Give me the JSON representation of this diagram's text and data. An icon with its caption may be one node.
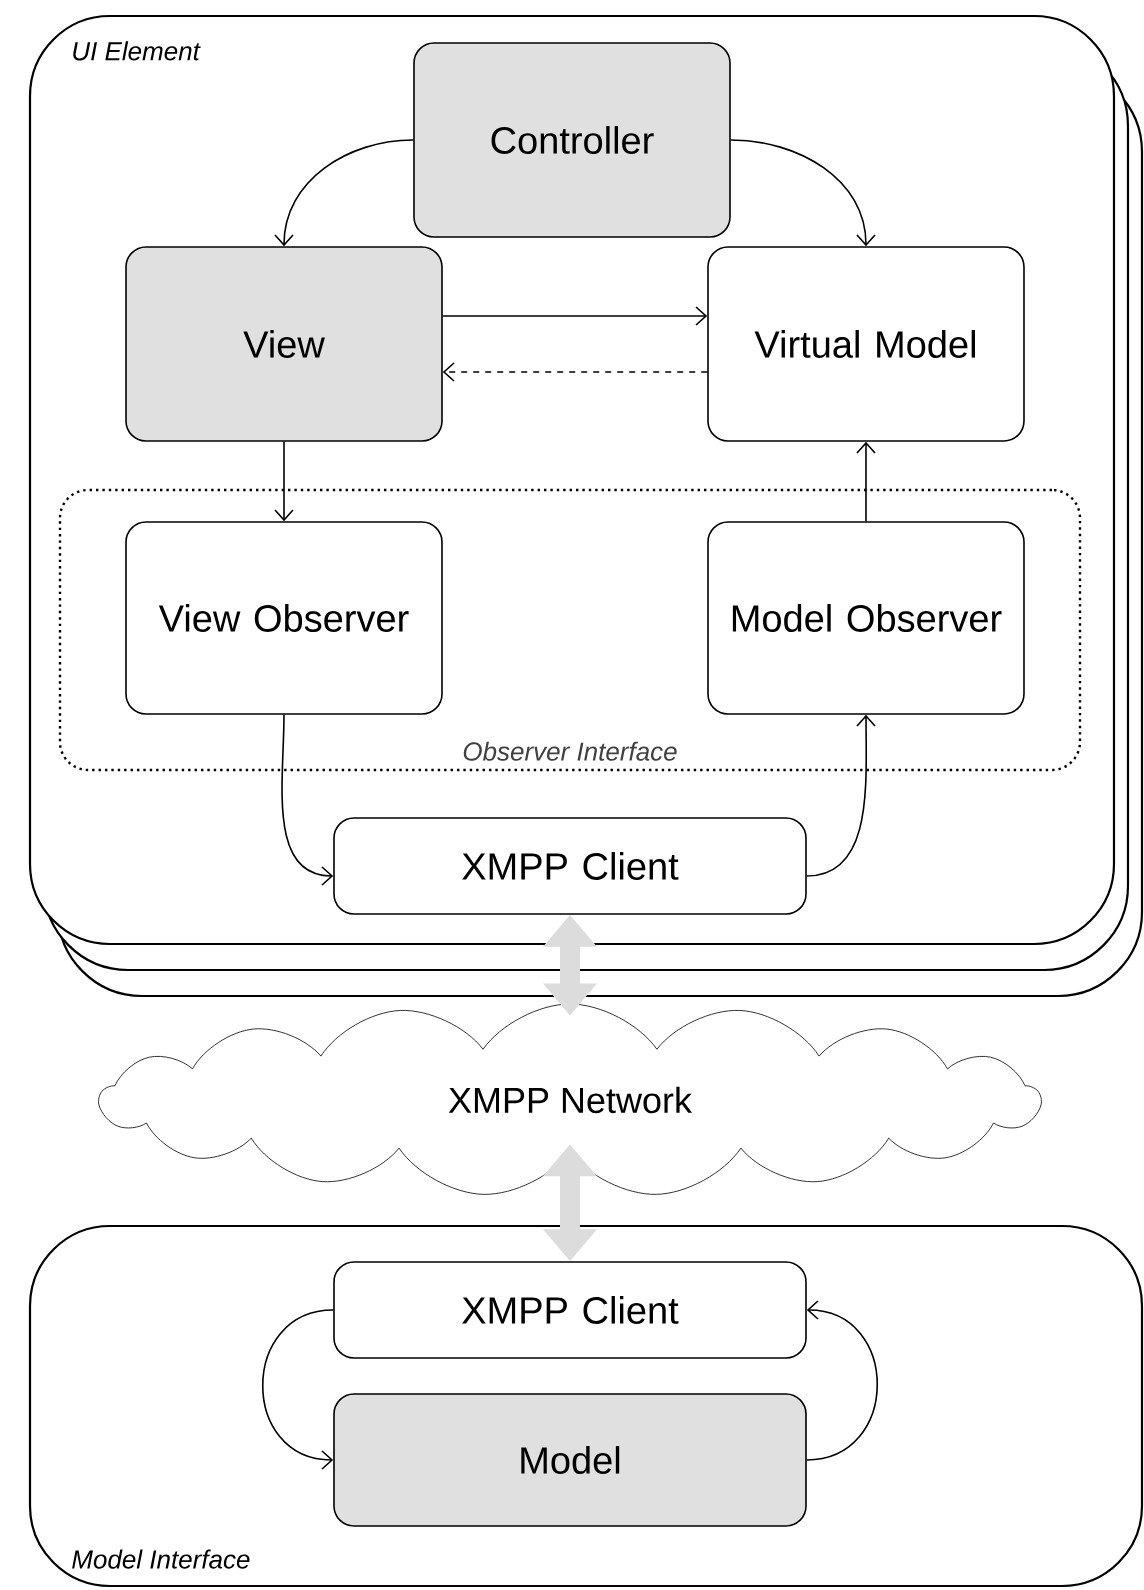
{
  "diagram": {
    "nodes": [
      {
        "text": [
          "UI Element"
        ]
      },
      {
        "text": [
          "Controller"
        ],
        "in": 0
      },
      {
        "text": [
          "View"
        ],
        "in": 0
      },
      {
        "text": [
          "Virtual Model"
        ],
        "in": 0
      },
      {
        "text": [
          "Observer Interface"
        ],
        "in": 0
      },
      {
        "text": [
          "View Observer"
        ],
        "in": 4
      },
      {
        "text": [
          "Model Observer"
        ],
        "in": 4
      },
      {
        "text": [
          "XMPP Client"
        ],
        "in": 0
      },
      {
        "text": [
          "XMPP Network"
        ]
      },
      {
        "text": [
          "Model Interface"
        ]
      },
      {
        "text": [
          "XMPP Client"
        ],
        "in": 9
      },
      {
        "text": [
          "Model"
        ],
        "in": 9
      }
    ],
    "edges": [
      {
        "from": 1,
        "to": 2,
        "arrow": "to"
      },
      {
        "from": 1,
        "to": 3,
        "arrow": "to"
      },
      {
        "from": 2,
        "to": 3,
        "arrow": "to"
      },
      {
        "from": 3,
        "to": 2,
        "arrow": "to",
        "style": "dashed"
      },
      {
        "from": 2,
        "to": 5,
        "arrow": "to"
      },
      {
        "from": 6,
        "to": 3,
        "arrow": "to"
      },
      {
        "from": 5,
        "to": 7,
        "arrow": "to"
      },
      {
        "from": 7,
        "to": 6,
        "arrow": "to"
      },
      {
        "from": 7,
        "to": 8,
        "arrow": "both",
        "style": "thick",
        "color": "#dcdcdc"
      },
      {
        "from": 8,
        "to": 10,
        "arrow": "both",
        "style": "thick",
        "color": "#dcdcdc"
      },
      {
        "from": 10,
        "to": 11,
        "arrow": "to"
      },
      {
        "from": 11,
        "to": 10,
        "arrow": "to"
      }
    ]
  }
}
